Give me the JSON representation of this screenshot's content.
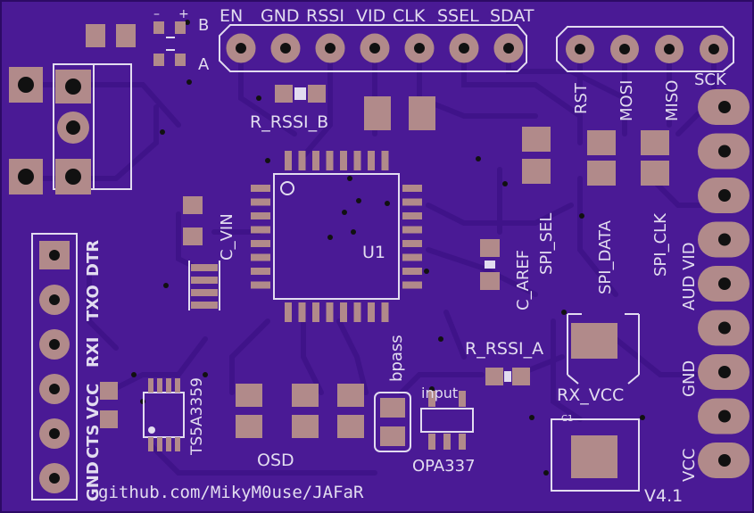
{
  "colors": {
    "board": "#4a1a95",
    "board_edge": "#2d0a65",
    "copper": "#b18a8a",
    "silk": "#e2dcf0",
    "trace": "#3f1389"
  },
  "labels": {
    "pol_minus": "–",
    "pol_plus": "+",
    "pad_b": "B",
    "pad_a": "A",
    "pins_top": [
      "EN",
      "GND",
      "RSSI",
      "VID",
      "CLK",
      "SSEL",
      "SDAT"
    ],
    "r_rssi_b": "R_RSSI_B",
    "r_rssi_a": "R_RSSI_A",
    "spi_pins": [
      "RST",
      "MOSI",
      "MISO"
    ],
    "sck": "SCK",
    "c_vin": "C_VIN",
    "u1": "U1",
    "c_aref": "C_AREF",
    "spi_sel": "SPI_SEL",
    "spi_data": "SPI_DATA",
    "spi_clk": "SPI_CLK",
    "aud_vid": "AUD VID",
    "gnd_right": "GND",
    "vcc_right": "VCC",
    "left_header": [
      "GND",
      "CTS",
      "VCC",
      "RXI",
      "TXO",
      "DTR"
    ],
    "ts5a3359": "TS5A3359",
    "bpass": "bpass",
    "input": "input",
    "rx_vcc": "RX_VCC",
    "c1": "C1",
    "osd": "OSD",
    "opa337": "OPA337",
    "version": "V4.1",
    "url": "github.com/MikyM0use/JAFaR"
  }
}
